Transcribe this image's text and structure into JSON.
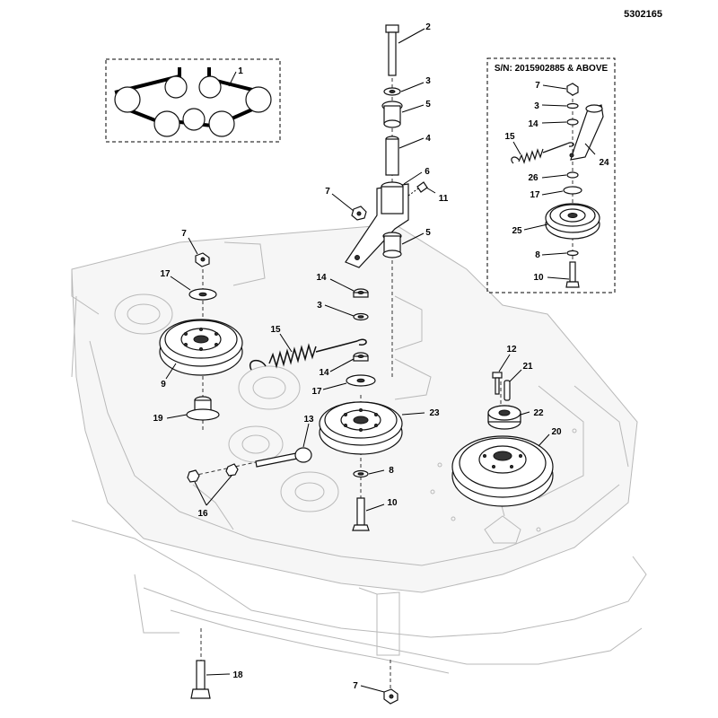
{
  "document": {
    "drawing_number": "5302165",
    "inset_title": "S/N: 2015902885 & ABOVE"
  },
  "callouts": [
    {
      "id": "c1",
      "label": "1"
    },
    {
      "id": "c2",
      "label": "2"
    },
    {
      "id": "c3a",
      "label": "3"
    },
    {
      "id": "c5a",
      "label": "5"
    },
    {
      "id": "c4",
      "label": "4"
    },
    {
      "id": "c6",
      "label": "6"
    },
    {
      "id": "c11",
      "label": "11"
    },
    {
      "id": "c7a",
      "label": "7"
    },
    {
      "id": "c5b",
      "label": "5"
    },
    {
      "id": "c7b",
      "label": "7"
    },
    {
      "id": "c17a",
      "label": "17"
    },
    {
      "id": "c14a",
      "label": "14"
    },
    {
      "id": "c3b",
      "label": "3"
    },
    {
      "id": "c15a",
      "label": "15"
    },
    {
      "id": "c9",
      "label": "9"
    },
    {
      "id": "c14b",
      "label": "14"
    },
    {
      "id": "c17b",
      "label": "17"
    },
    {
      "id": "c19",
      "label": "19"
    },
    {
      "id": "c13",
      "label": "13"
    },
    {
      "id": "c23",
      "label": "23"
    },
    {
      "id": "c12",
      "label": "12"
    },
    {
      "id": "c21",
      "label": "21"
    },
    {
      "id": "c22",
      "label": "22"
    },
    {
      "id": "c20",
      "label": "20"
    },
    {
      "id": "c8a",
      "label": "8"
    },
    {
      "id": "c16",
      "label": "16"
    },
    {
      "id": "c10a",
      "label": "10"
    },
    {
      "id": "c18",
      "label": "18"
    },
    {
      "id": "c7c",
      "label": "7"
    },
    {
      "id": "i7",
      "label": "7"
    },
    {
      "id": "i3",
      "label": "3"
    },
    {
      "id": "i14",
      "label": "14"
    },
    {
      "id": "i15",
      "label": "15"
    },
    {
      "id": "i24",
      "label": "24"
    },
    {
      "id": "i26",
      "label": "26"
    },
    {
      "id": "i17",
      "label": "17"
    },
    {
      "id": "i25",
      "label": "25"
    },
    {
      "id": "i8",
      "label": "8"
    },
    {
      "id": "i10",
      "label": "10"
    }
  ]
}
